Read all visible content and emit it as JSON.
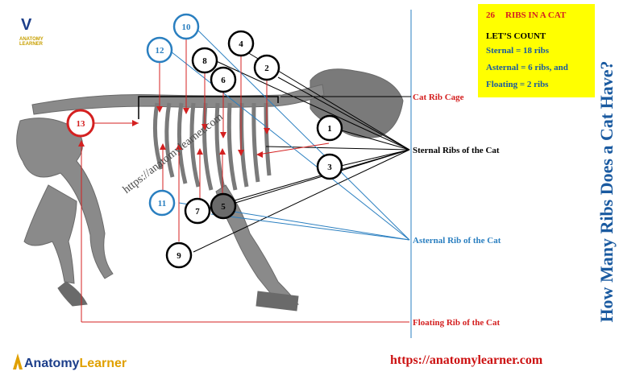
{
  "logo_top": {
    "letter": "V",
    "sub": "ANATOMY LEARNER"
  },
  "info_box": {
    "heading_num": "26",
    "heading_text": "RIBS IN A CAT",
    "count_title": "LET’S COUNT",
    "sternal": "Sternal = 18 ribs",
    "asternal": "Asternal = 6 ribs, and",
    "floating": "Floating = 2 ribs"
  },
  "vertical_title": "How Many Ribs Does a Cat Have?",
  "labels": {
    "cage": "Cat Rib Cage",
    "sternal": "Sternal Ribs of the Cat",
    "asternal": "Asternal Rib  of the Cat",
    "floating": "Floating Rib of the Cat"
  },
  "markers": [
    {
      "n": "1",
      "style": "black"
    },
    {
      "n": "2",
      "style": "black"
    },
    {
      "n": "3",
      "style": "black"
    },
    {
      "n": "4",
      "style": "black"
    },
    {
      "n": "5",
      "style": "black"
    },
    {
      "n": "6",
      "style": "black"
    },
    {
      "n": "7",
      "style": "black"
    },
    {
      "n": "8",
      "style": "black"
    },
    {
      "n": "9",
      "style": "black"
    },
    {
      "n": "10",
      "style": "blue"
    },
    {
      "n": "11",
      "style": "blue"
    },
    {
      "n": "12",
      "style": "blue"
    },
    {
      "n": "13",
      "style": "red"
    }
  ],
  "watermark": "https://anatomylearner.com",
  "brand": {
    "part1": "Anatomy",
    "part2": "Learner"
  },
  "url": "https://anatomylearner.com",
  "colors": {
    "red": "#d42020",
    "blue": "#2a7fc0",
    "black": "#000000",
    "yellow": "#ffff00",
    "bone": "#808080"
  }
}
